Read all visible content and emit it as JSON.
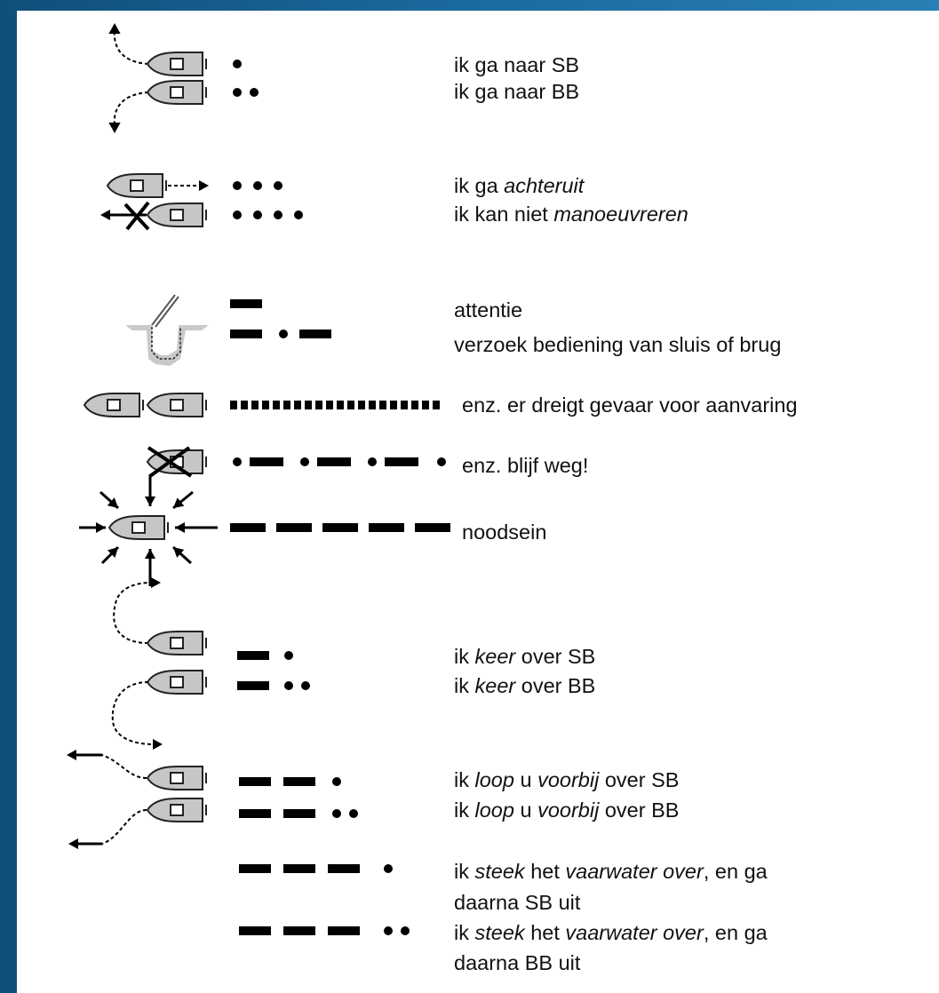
{
  "signals": [
    {
      "id": "sb",
      "parts": [
        {
          "t": "ik ga naar SB"
        }
      ]
    },
    {
      "id": "bb",
      "parts": [
        {
          "t": "ik ga naar BB"
        }
      ]
    },
    {
      "id": "achteruit",
      "parts": [
        {
          "t": "ik ga "
        },
        {
          "t": "achteruit",
          "i": true
        }
      ]
    },
    {
      "id": "manoeuvreren",
      "parts": [
        {
          "t": "ik kan niet "
        },
        {
          "t": "manoeuvreren",
          "i": true
        }
      ]
    },
    {
      "id": "attentie",
      "parts": [
        {
          "t": "attentie"
        }
      ]
    },
    {
      "id": "verzoek",
      "parts": [
        {
          "t": "verzoek bediening van sluis of brug"
        }
      ]
    },
    {
      "id": "gevaar",
      "parts": [
        {
          "t": "enz. er dreigt gevaar voor aanvaring"
        }
      ]
    },
    {
      "id": "blijfweg",
      "parts": [
        {
          "t": "enz. blijf weg!"
        }
      ]
    },
    {
      "id": "noodsein",
      "parts": [
        {
          "t": "noodsein"
        }
      ]
    },
    {
      "id": "keer-sb",
      "parts": [
        {
          "t": "ik "
        },
        {
          "t": "keer",
          "i": true
        },
        {
          "t": " over SB"
        }
      ]
    },
    {
      "id": "keer-bb",
      "parts": [
        {
          "t": "ik "
        },
        {
          "t": "keer",
          "i": true
        },
        {
          "t": " over BB"
        }
      ]
    },
    {
      "id": "loop-sb",
      "parts": [
        {
          "t": "ik "
        },
        {
          "t": "loop",
          "i": true
        },
        {
          "t": " u "
        },
        {
          "t": "voorbij",
          "i": true
        },
        {
          "t": " over SB"
        }
      ]
    },
    {
      "id": "loop-bb",
      "parts": [
        {
          "t": "ik "
        },
        {
          "t": "loop",
          "i": true
        },
        {
          "t": " u "
        },
        {
          "t": "voorbij",
          "i": true
        },
        {
          "t": " over BB"
        }
      ]
    },
    {
      "id": "steek-sb-1",
      "parts": [
        {
          "t": "ik "
        },
        {
          "t": "steek",
          "i": true
        },
        {
          "t": " het "
        },
        {
          "t": "vaarwater over",
          "i": true
        },
        {
          "t": ", en ga"
        }
      ]
    },
    {
      "id": "steek-sb-2",
      "parts": [
        {
          "t": "daarna SB uit"
        }
      ]
    },
    {
      "id": "steek-bb-1",
      "parts": [
        {
          "t": "ik "
        },
        {
          "t": "steek",
          "i": true
        },
        {
          "t": " het "
        },
        {
          "t": "vaarwater over",
          "i": true
        },
        {
          "t": ", en ga"
        }
      ]
    },
    {
      "id": "steek-bb-2",
      "parts": [
        {
          "t": "daarna BB uit"
        }
      ]
    }
  ]
}
